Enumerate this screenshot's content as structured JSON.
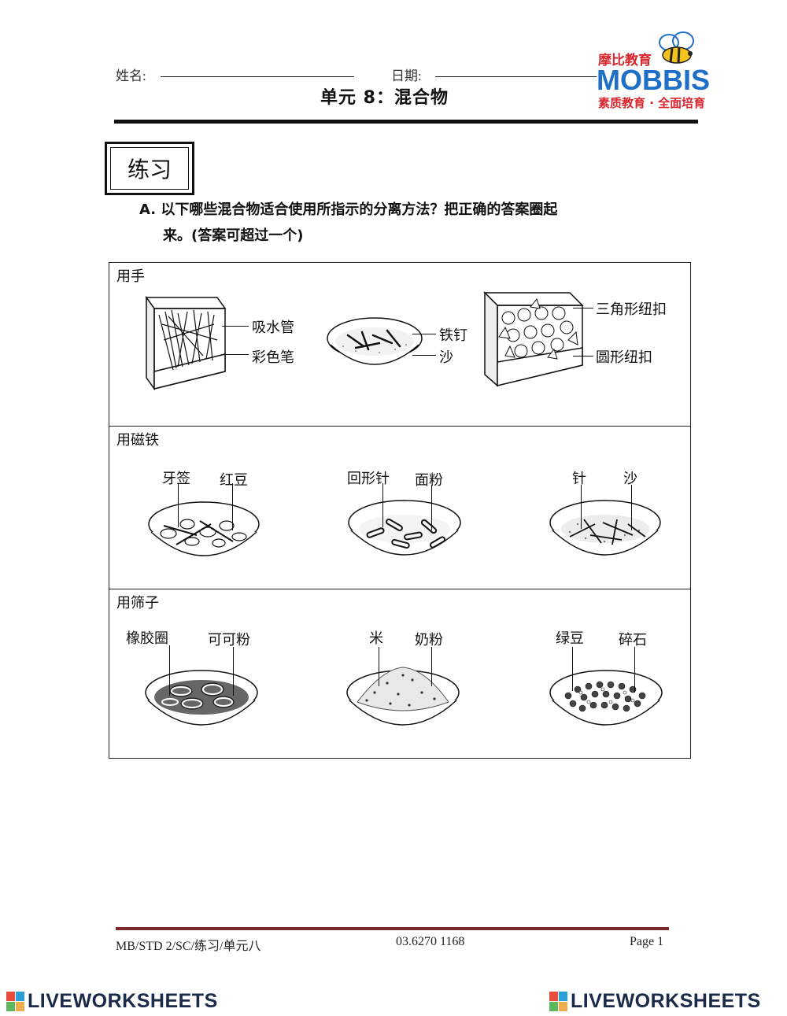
{
  "header": {
    "name_label": "姓名:",
    "date_label": "日期:",
    "title": "单元 8：混合物"
  },
  "logo": {
    "cn": "摩比教育",
    "en": "MOBBIS",
    "tagline": "素质教育 · 全面培育"
  },
  "section": {
    "practice_title": "练习",
    "instruction_line1": "A.  以下哪些混合物适合使用所指示的分离方法？把正确的答案圈起",
    "instruction_line2": "来。(答案可超过一个)"
  },
  "table": {
    "rows": [
      {
        "method": "用手",
        "items": [
          {
            "labels": [
              "吸水管",
              "彩色笔"
            ]
          },
          {
            "labels": [
              "铁钉",
              "沙"
            ]
          },
          {
            "labels": [
              "三角形纽扣",
              "圆形纽扣"
            ]
          }
        ]
      },
      {
        "method": "用磁铁",
        "items": [
          {
            "labels": [
              "牙签",
              "红豆"
            ]
          },
          {
            "labels": [
              "回形针",
              "面粉"
            ]
          },
          {
            "labels": [
              "针",
              "沙"
            ]
          }
        ]
      },
      {
        "method": "用筛子",
        "items": [
          {
            "labels": [
              "橡胶圈",
              "可可粉"
            ]
          },
          {
            "labels": [
              "米",
              "奶粉"
            ]
          },
          {
            "labels": [
              "绿豆",
              "碎石"
            ]
          }
        ]
      }
    ]
  },
  "footer": {
    "code": "MB/STD 2/SC/练习/单元八",
    "phone": "03.6270 1168",
    "page": "Page 1"
  },
  "watermark": {
    "text": "LIVEWORKSHEETS"
  },
  "colors": {
    "logo_red": "#d8262d",
    "logo_blue": "#1f6fc7",
    "footer_rule": "#7a2a2a",
    "watermark": "#1b2a4a"
  }
}
